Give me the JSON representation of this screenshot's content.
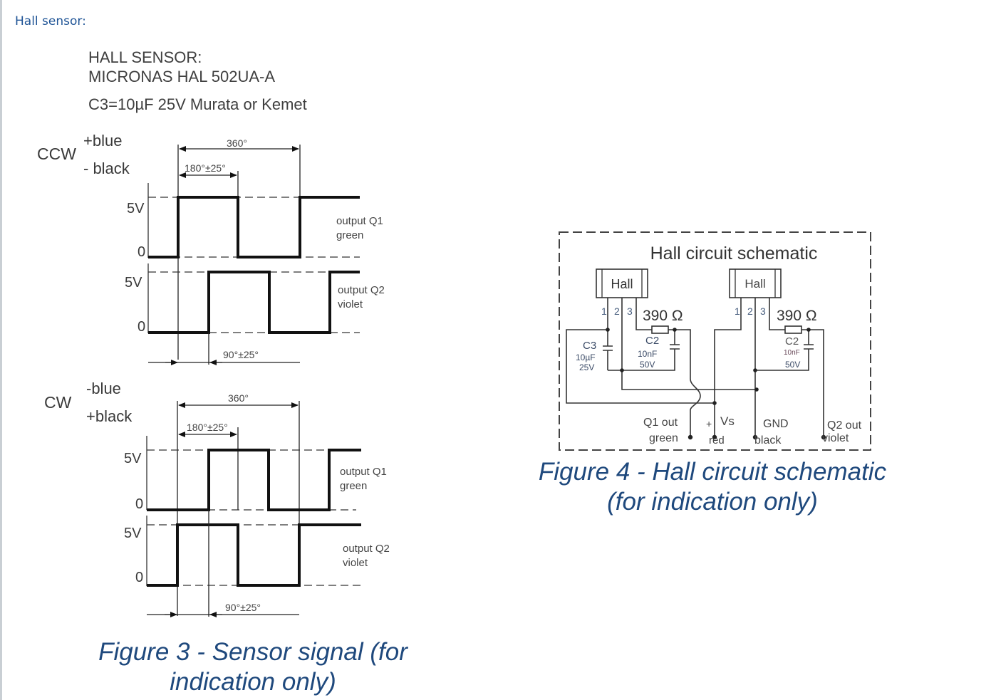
{
  "section_heading": "Hall sensor:",
  "figure3": {
    "header_line1": "HALL SENSOR:",
    "header_line2": "MICRONAS HAL 502UA-A",
    "header_line3": "C3=10µF 25V Murata or Kemet",
    "ccw": {
      "direction": "CCW",
      "pol1": "+blue",
      "pol2": "- black",
      "period_label": "360°",
      "half_label": "180°±25°",
      "phase_label": "90°±25°",
      "q1": {
        "high_label": "5V",
        "low_label": "0",
        "name": "output Q1",
        "color": "green"
      },
      "q2": {
        "high_label": "5V",
        "low_label": "0",
        "name": "output Q2",
        "color": "violet"
      }
    },
    "cw": {
      "direction": "CW",
      "pol1": "-blue",
      "pol2": "+black",
      "period_label": "360°",
      "half_label": "180°±25°",
      "phase_label": "90°±25°",
      "q1": {
        "high_label": "5V",
        "low_label": "0",
        "name": "output Q1",
        "color": "green"
      },
      "q2": {
        "high_label": "5V",
        "low_label": "0",
        "name": "output Q2",
        "color": "violet"
      }
    },
    "caption_line1": "Figure 3 - Sensor signal (for",
    "caption_line2": "indication only)"
  },
  "figure4": {
    "title": "Hall circuit schematic",
    "sensor_label": "Hall",
    "pins": [
      "1",
      "2",
      "3"
    ],
    "resistor": "390 Ω",
    "c3_name": "C3",
    "c3_value": "10µF",
    "c3_voltage": "25V",
    "c2_name": "C2",
    "c2_value": "10nF",
    "c2_voltage": "50V",
    "terminals": {
      "q1_out": "Q1 out",
      "q1_color": "green",
      "vs_plus": "+",
      "vs": "Vs",
      "vs_color": "red",
      "gnd": "GND",
      "gnd_color": "black",
      "q2_out": "Q2 out",
      "q2_color": "violet"
    },
    "caption_line1": "Figure 4 - Hall circuit schematic",
    "caption_line2": "(for indication only)"
  }
}
